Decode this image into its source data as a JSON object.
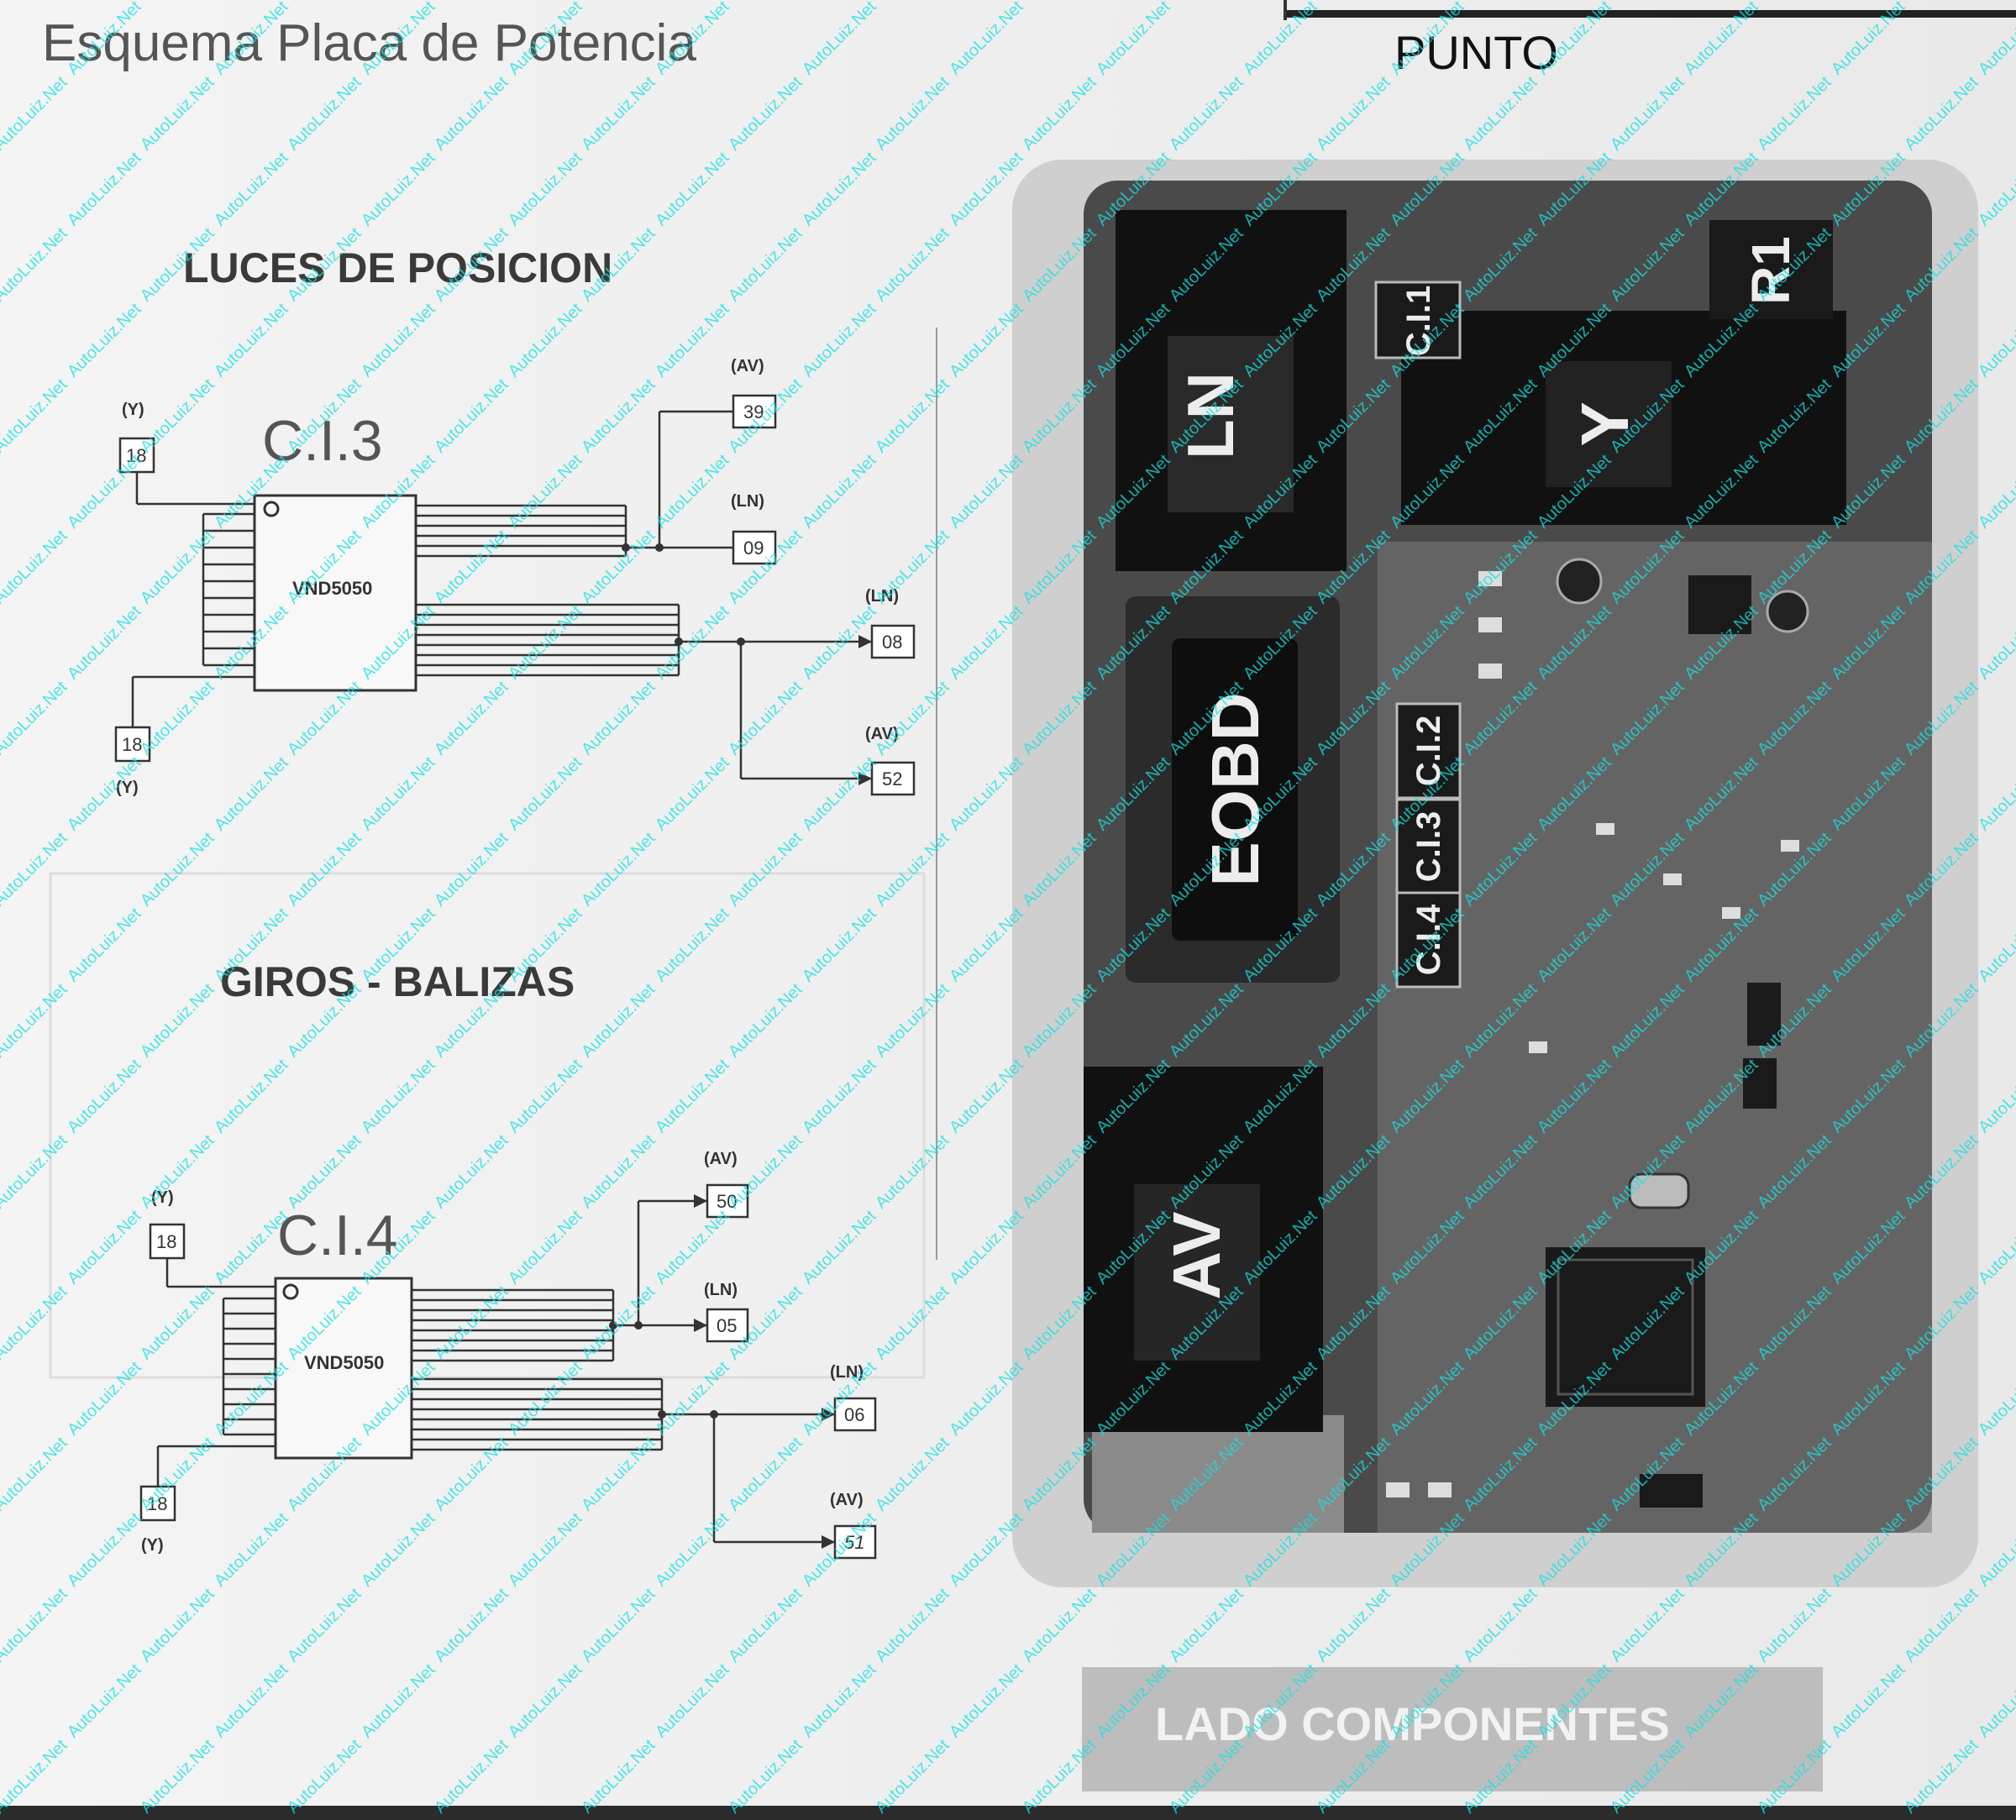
{
  "title": "Esquema Placa de Potencia",
  "model": "PUNTO",
  "footer_label": "LADO COMPONENTES",
  "watermark": "AutoLuiz.Net",
  "colors": {
    "watermark": "#19e0e0",
    "board": "#4a4a4a",
    "connector": "#111111"
  },
  "sections": [
    {
      "heading": "LUCES DE POSICION",
      "chip_name": "C.I.3",
      "chip_part": "VND5050",
      "inputs": [
        {
          "conn": "(Y)",
          "pin": "18"
        },
        {
          "conn": "(Y)",
          "pin": "18"
        }
      ],
      "outputs": [
        {
          "conn": "(AV)",
          "pin": "39"
        },
        {
          "conn": "(LN)",
          "pin": "09"
        },
        {
          "conn": "(LN)",
          "pin": "08"
        },
        {
          "conn": "(AV)",
          "pin": "52"
        }
      ]
    },
    {
      "heading": "GIROS - BALIZAS",
      "chip_name": "C.I.4",
      "chip_part": "VND5050",
      "inputs": [
        {
          "conn": "(Y)",
          "pin": "18"
        },
        {
          "conn": "(Y)",
          "pin": "18"
        }
      ],
      "outputs": [
        {
          "conn": "(AV)",
          "pin": "50"
        },
        {
          "conn": "(LN)",
          "pin": "05"
        },
        {
          "conn": "(LN)",
          "pin": "06"
        },
        {
          "conn": "(AV)",
          "pin": "51"
        }
      ]
    }
  ],
  "board": {
    "connectors": [
      "LN",
      "EOBD",
      "AV",
      "Y",
      "R1"
    ],
    "chips": [
      "C.I.1",
      "C.I.2",
      "C.I.3",
      "C.I.4"
    ]
  }
}
